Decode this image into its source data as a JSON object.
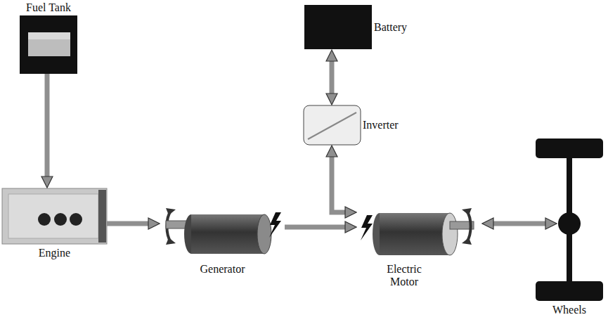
{
  "diagram": {
    "nodes": [
      {
        "text": [
          "Fuel Tank"
        ]
      },
      {
        "text": [
          "Battery"
        ]
      },
      {
        "text": [
          "Inverter"
        ]
      },
      {
        "text": [
          "Engine"
        ]
      },
      {
        "text": [
          "Generator"
        ]
      },
      {
        "text": [
          "Electric Motor"
        ]
      },
      {
        "text": [
          "Wheels"
        ]
      }
    ],
    "edges": [
      {
        "from": 0,
        "to": 3,
        "arrow": "to"
      },
      {
        "from": 3,
        "to": 4,
        "arrow": "to"
      },
      {
        "from": 4,
        "to": 5,
        "arrow": "to"
      },
      {
        "from": 1,
        "to": 2,
        "arrow": "both"
      },
      {
        "from": 2,
        "to": 5,
        "arrow": "both"
      },
      {
        "from": 5,
        "to": 6,
        "arrow": "both"
      }
    ]
  }
}
